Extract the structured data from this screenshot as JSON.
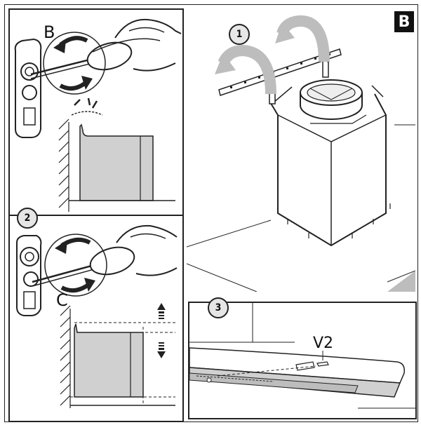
{
  "section_badge": "B",
  "step_numbers": [
    "1",
    "2",
    "3"
  ],
  "labels": {
    "screw_b": "B",
    "screw_c": "C",
    "screw_v2": "V2"
  },
  "colors": {
    "line": "#222222",
    "panel_fill": "#d0d0d0",
    "arrow_gray": "#bdbdbd",
    "badge_bg": "#111111",
    "step_circle_fill": "#e6e6e6"
  }
}
